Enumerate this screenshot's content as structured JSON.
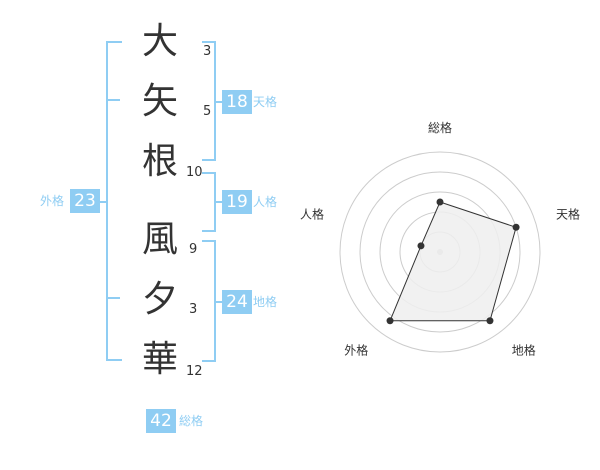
{
  "name": {
    "characters": [
      {
        "char": "大",
        "strokes": "3"
      },
      {
        "char": "矢",
        "strokes": "5"
      },
      {
        "char": "根",
        "strokes": "10"
      },
      {
        "char": "風",
        "strokes": "9"
      },
      {
        "char": "夕",
        "strokes": "3"
      },
      {
        "char": "華",
        "strokes": "12"
      }
    ]
  },
  "scores": {
    "tenkaku": {
      "value": "18",
      "label": "天格"
    },
    "jinkaku": {
      "value": "19",
      "label": "人格"
    },
    "chikaku": {
      "value": "24",
      "label": "地格"
    },
    "gaikaku": {
      "value": "23",
      "label": "外格"
    },
    "soukaku": {
      "value": "42",
      "label": "総格"
    }
  },
  "radar": {
    "axes": [
      "総格",
      "天格",
      "地格",
      "外格",
      "人格"
    ],
    "values": [
      0.5,
      0.8,
      0.85,
      0.85,
      0.2
    ],
    "max": 1
  },
  "colors": {
    "accent": "#8fcdf3",
    "text": "#333333",
    "radar_fill": "#efefef",
    "radar_grid": "#cccccc"
  }
}
